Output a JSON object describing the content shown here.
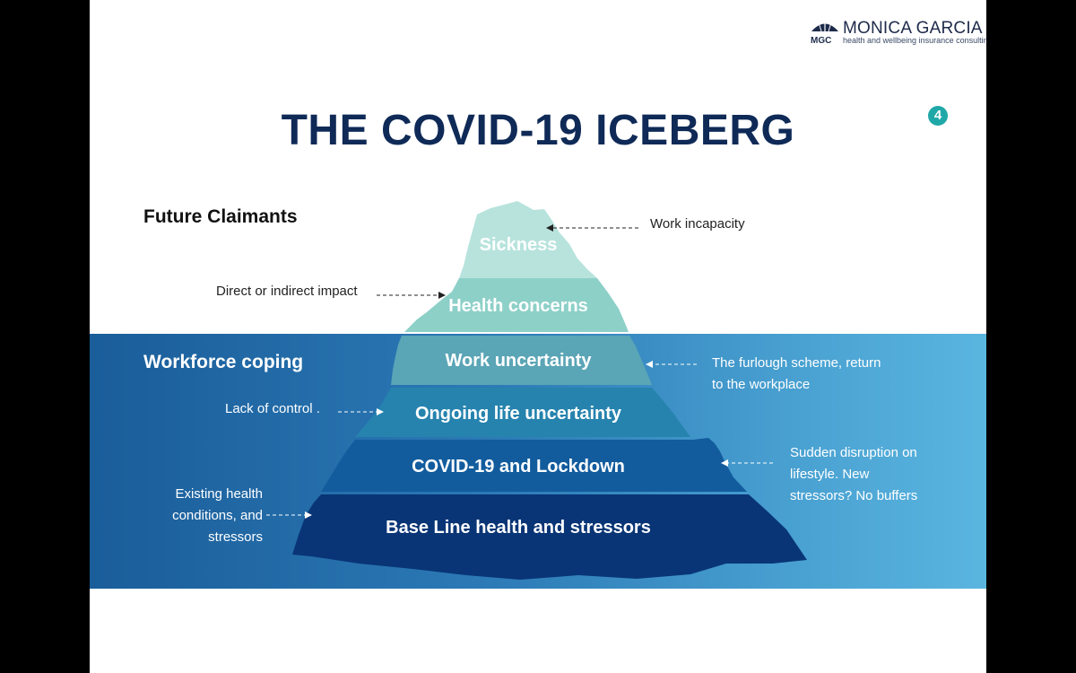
{
  "brand": {
    "name": "MONICA GARCIA",
    "tagline": "health and wellbeing insurance consulting",
    "mark_text": "MGC"
  },
  "slide_number": "4",
  "title": "THE COVID-19 ICEBERG",
  "sections": {
    "above": "Future Claimants",
    "below": "Workforce coping"
  },
  "layers": [
    {
      "label": "Sickness",
      "color": "#b8e3dd"
    },
    {
      "label": "Health concerns",
      "color": "#8dd0c8"
    },
    {
      "label": "Work uncertainty",
      "color": "#5aa5b6"
    },
    {
      "label": "Ongoing life uncertainty",
      "color": "#2683ae"
    },
    {
      "label": "COVID-19 and Lockdown",
      "color": "#125c9e"
    },
    {
      "label": "Base Line health and stressors",
      "color": "#093576"
    }
  ],
  "annotations": {
    "work_incapacity": "Work incapacity",
    "direct_impact": "Direct or indirect impact",
    "furlough": [
      "The furlough scheme, return",
      "to the workplace"
    ],
    "lack_of_control": "Lack of control .",
    "sudden_disruption": [
      "Sudden disruption on",
      "lifestyle. New",
      "stressors? No buffers"
    ],
    "existing_health": [
      "Existing health",
      "conditions, and",
      "stressors"
    ]
  },
  "colors": {
    "title": "#0f2a57",
    "water_left": "#1a5d9a",
    "water_right": "#5ab5df",
    "badge": "#20a8a8"
  }
}
